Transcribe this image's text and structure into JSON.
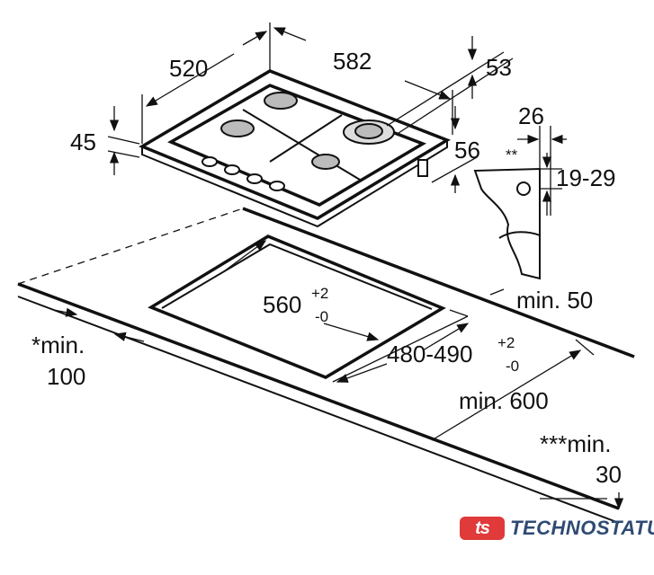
{
  "dimensions": {
    "width_520": "520",
    "width_582": "582",
    "d53": "53",
    "d45": "45",
    "d56": "56",
    "d26": "26",
    "double_star": "**",
    "d19_29": "19-29",
    "cutout_width": "560",
    "cutout_width_tol_plus": "+2",
    "cutout_width_tol_minus": "-0",
    "cutout_depth": "480-490",
    "cutout_depth_tol_plus": "+2",
    "cutout_depth_tol_minus": "-0",
    "min_50": "min. 50",
    "min_100_line1": "*min.",
    "min_100_line2": "100",
    "min_600": "min. 600",
    "min_30_line1": "***min.",
    "min_30_line2": "30"
  },
  "brand": {
    "logo": "ts",
    "name": "TECHNOSTATUS",
    "logo_color": "#e03a3a",
    "name_color": "#2f4a73"
  }
}
